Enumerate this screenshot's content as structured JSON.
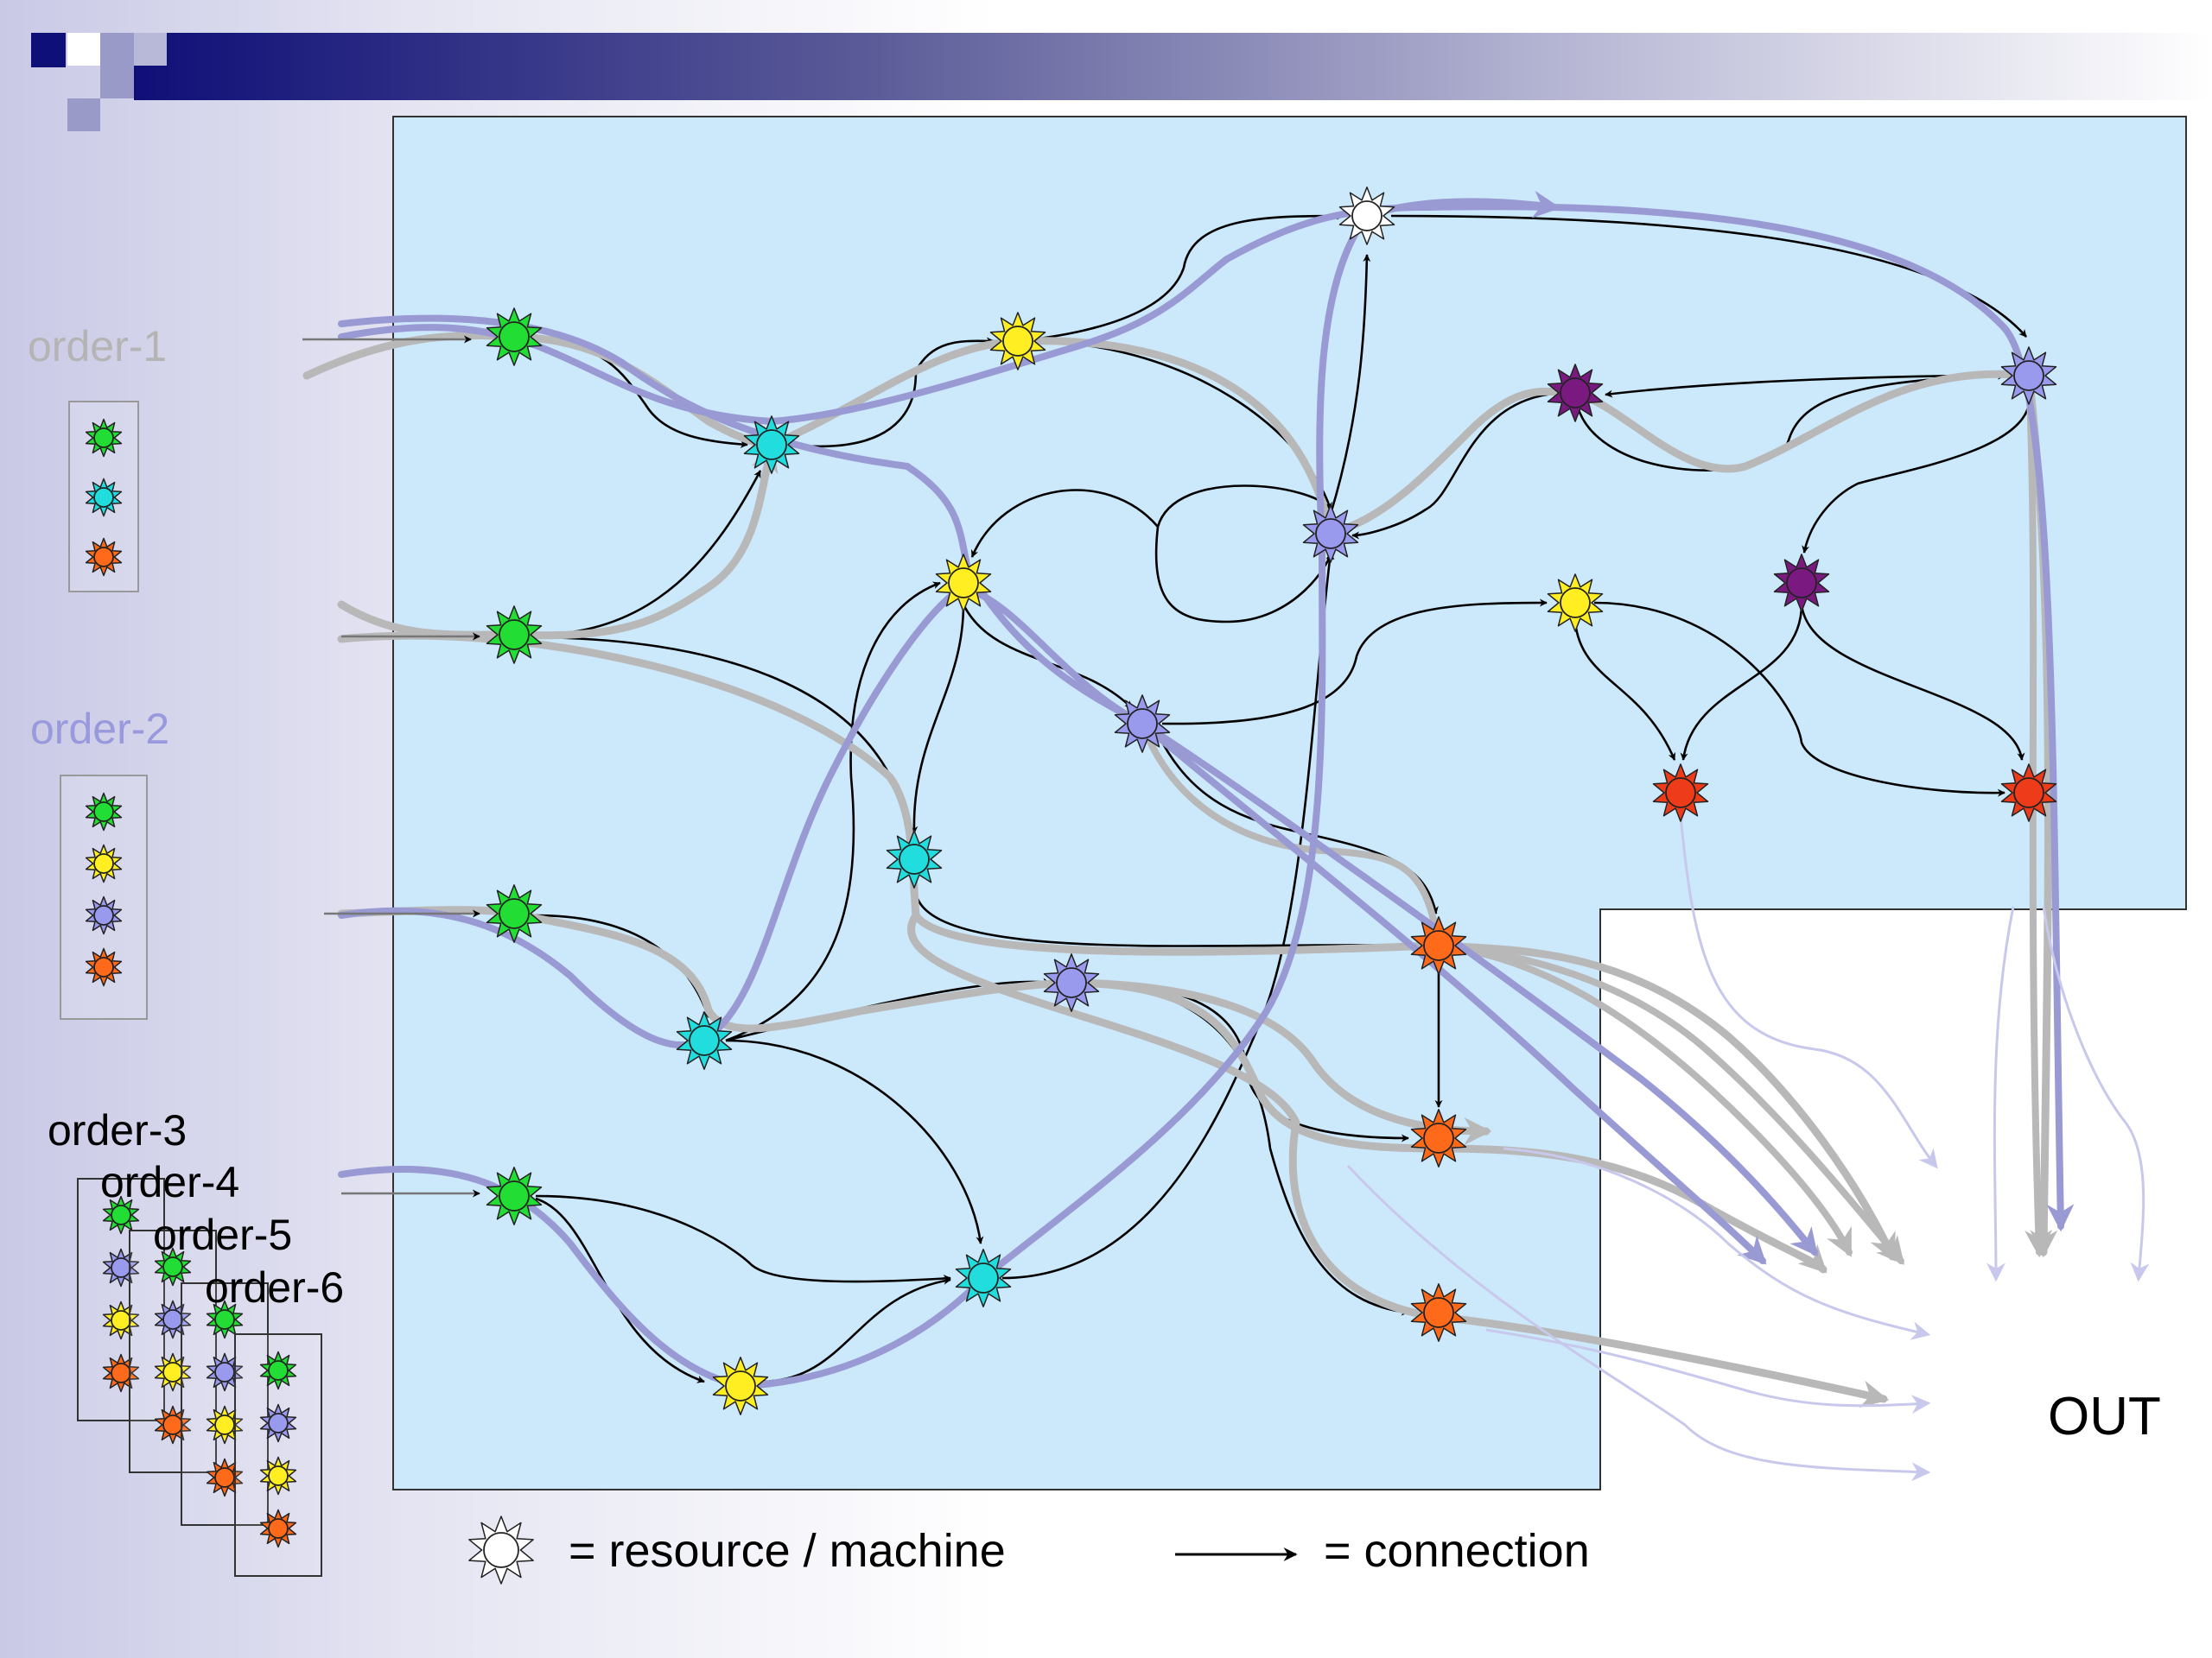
{
  "orders": [
    {
      "label": "order-1",
      "color": "#b4b4b4",
      "ops": [
        "green",
        "cyan",
        "orange"
      ]
    },
    {
      "label": "order-2",
      "color": "#9999dd",
      "ops": [
        "green",
        "yellow",
        "lavender",
        "orange"
      ]
    },
    {
      "label": "order-3",
      "color": "#000000",
      "ops": [
        "green",
        "lavender",
        "yellow",
        "orange"
      ]
    },
    {
      "label": "order-4",
      "color": "#000000",
      "ops": [
        "green",
        "lavender",
        "yellow",
        "orange"
      ]
    },
    {
      "label": "order-5",
      "color": "#000000",
      "ops": [
        "green",
        "lavender",
        "yellow",
        "orange"
      ]
    },
    {
      "label": "order-6",
      "color": "#000000",
      "ops": [
        "green",
        "lavender",
        "yellow",
        "orange"
      ]
    }
  ],
  "out_label": "OUT",
  "legend": {
    "resource_text": "= resource / machine",
    "connection_text": "= connection"
  },
  "colors": {
    "factory_fill": "#cce8fb",
    "header_dark": "#0f0f78",
    "green": "#22dd33",
    "cyan": "#22dddd",
    "orange": "#ff6a1a",
    "yellow": "#ffee22",
    "lavender": "#9999ee",
    "purple": "#7a1a80",
    "red": "#ee3b1a",
    "white": "#ffffff",
    "route_gray": "#b8b8b8",
    "route_blue": "#9999d4"
  }
}
